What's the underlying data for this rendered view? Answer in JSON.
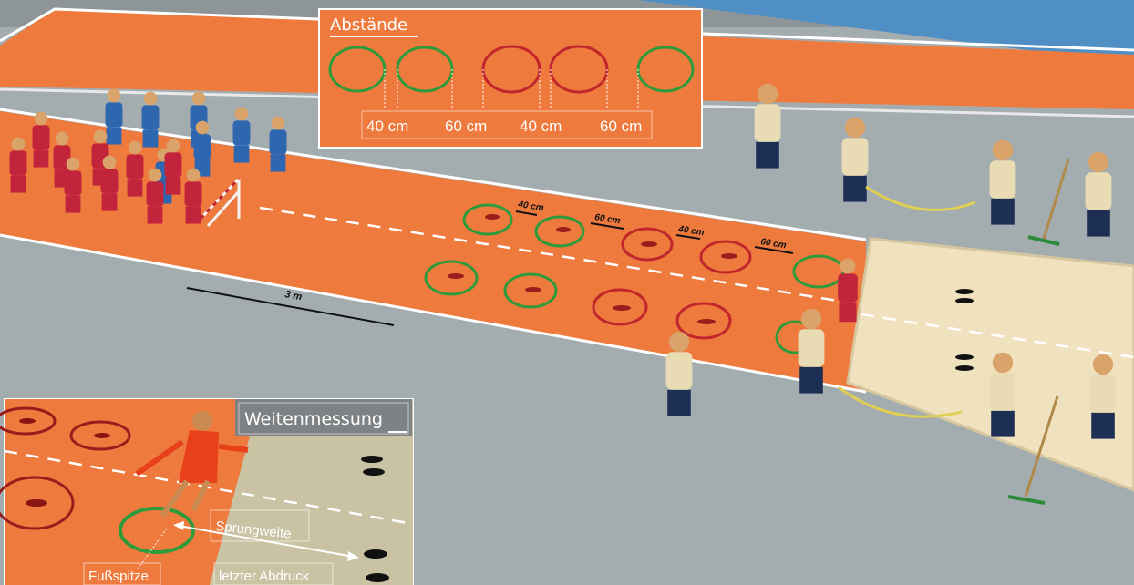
{
  "inset_top": {
    "title": "Abstände",
    "distances": [
      "40 cm",
      "60 cm",
      "40 cm",
      "60 cm"
    ]
  },
  "track_labels": {
    "d1": "40 cm",
    "d2": "60 cm",
    "d3": "40 cm",
    "d4": "60 cm",
    "length": "3 m"
  },
  "inset_bottom": {
    "title": "Weitenmessung",
    "jump_label": "Sprungweite",
    "toe_label": "Fußspitze",
    "last_print_label": "letzter Abdruck"
  },
  "colors": {
    "track": "#ef7a3e",
    "floor": "#a3adaf",
    "sandpit": "#f0e2bf",
    "hoop_green": "#2f9a3a",
    "hoop_red": "#c0262b",
    "team_red": "#c2243c",
    "team_blue": "#2e66b0",
    "helper": "#e9dcb4"
  }
}
